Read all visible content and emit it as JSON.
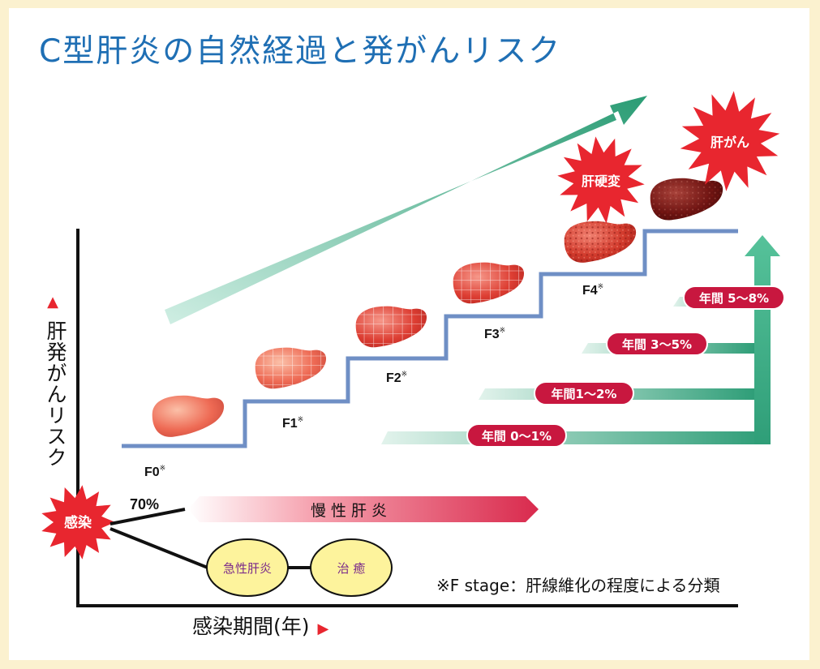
{
  "title": "C型肝炎の自然経過と発がんリスク",
  "y_axis_label": "肝発がんリスク",
  "x_axis_label": "感染期間(年)",
  "infection_label": "感染",
  "chronic_percent": "70%",
  "chronic_label": "慢 性 肝 炎",
  "acute_label": "急性肝炎",
  "cure_label": "治 癒",
  "cirrhosis_label": "肝硬変",
  "cancer_label": "肝がん",
  "stages": [
    "F0",
    "F1",
    "F2",
    "F3",
    "F4"
  ],
  "stage_mark": "※",
  "annual_rates": [
    "年間 0〜1%",
    "年間1〜2%",
    "年間 3〜5%",
    "年間 5〜8%"
  ],
  "note": "※F stage：肝線維化の程度による分類",
  "colors": {
    "title": "#1f6fb4",
    "accent_red": "#e8262f",
    "badge": "#c8173f",
    "step_line": "#5b7fb8",
    "arrow_green": "#2f9e78",
    "background": "#fbf1cf"
  }
}
